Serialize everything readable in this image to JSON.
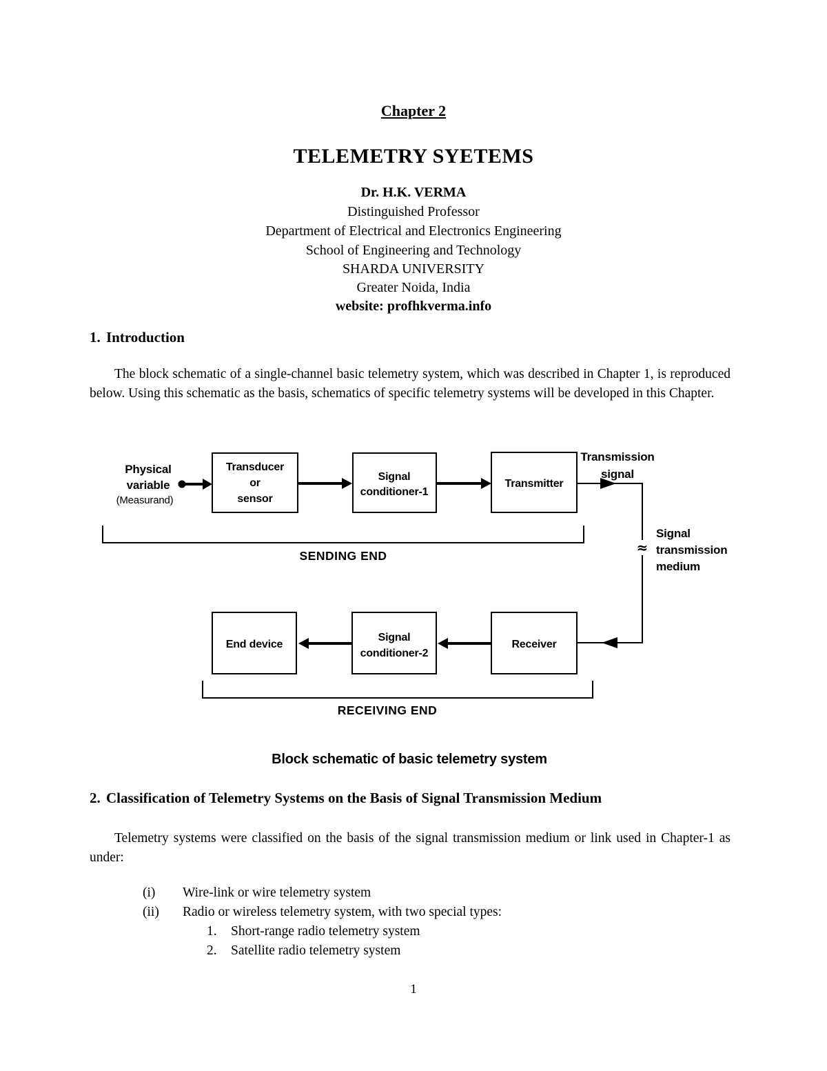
{
  "header": {
    "chapter": "Chapter 2",
    "title": "TELEMETRY SYETEMS",
    "author": "Dr. H.K. VERMA",
    "author_title": "Distinguished Professor",
    "department": "Department of Electrical and Electronics Engineering",
    "school": "School of Engineering and Technology",
    "university": "SHARDA UNIVERSITY",
    "location": "Greater Noida, India",
    "website": "website: profhkverma.info"
  },
  "section1": {
    "number": "1.",
    "heading": "Introduction",
    "paragraph": "The block schematic of a single-channel basic telemetry system, which was described in Chapter 1, is reproduced below. Using this schematic as the basis, schematics of specific telemetry systems will be developed in this Chapter."
  },
  "diagram": {
    "boxes": {
      "transducer": [
        "Transducer",
        "or",
        "sensor"
      ],
      "signal_conditioner_1": [
        "Signal",
        "conditioner-1"
      ],
      "transmitter": "Transmitter",
      "end_device": "End device",
      "signal_conditioner_2": [
        "Signal",
        "conditioner-2"
      ],
      "receiver": "Receiver"
    },
    "labels": {
      "physical_variable": [
        "Physical",
        "variable"
      ],
      "measurand": "(Measurand)",
      "transmission_signal": [
        "Transmission",
        "signal"
      ],
      "approx": "≈",
      "signal_transmission_medium": [
        "Signal",
        "transmission",
        "medium"
      ],
      "sending_end": "SENDING END",
      "receiving_end": "RECEIVING END"
    },
    "caption": "Block schematic of basic telemetry system"
  },
  "section2": {
    "number": "2.",
    "heading": "Classification of Telemetry Systems  on the Basis of Signal Transmission Medium",
    "paragraph": "Telemetry systems were classified on the basis of the signal transmission medium or link used in Chapter-1 as under:",
    "list": [
      {
        "marker": "(i)",
        "text": "Wire-link or wire telemetry system"
      },
      {
        "marker": "(ii)",
        "text": "Radio or wireless telemetry system, with two special types:"
      }
    ],
    "sublist": [
      {
        "marker": "1.",
        "text": "Short-range radio telemetry system"
      },
      {
        "marker": "2.",
        "text": "Satellite radio telemetry system"
      }
    ]
  },
  "footer": {
    "page_number": "1"
  }
}
